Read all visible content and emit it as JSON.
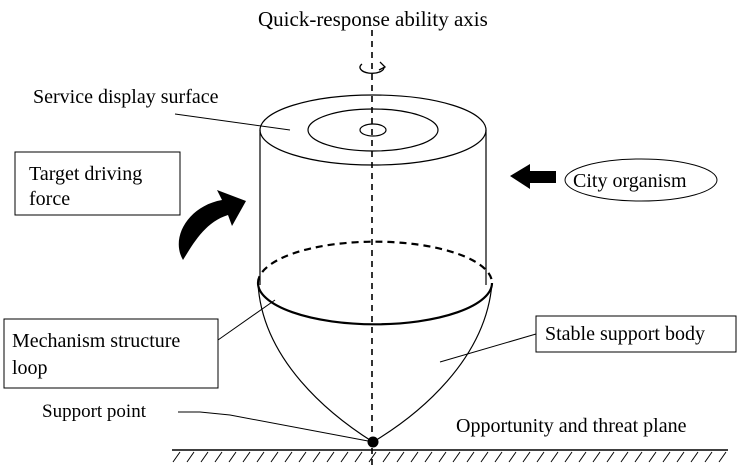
{
  "labels": {
    "axis": "Quick-response ability axis",
    "surface": "Service display surface",
    "driving_line1": "Target driving",
    "driving_line2": "force",
    "city": "City organism",
    "mechanism_line1": "Mechanism structure",
    "mechanism_line2": "loop",
    "stable": "Stable support body",
    "support_point": "Support point",
    "plane": "Opportunity and threat plane"
  },
  "icons": [
    "rotation-arrow-icon",
    "curved-arrow-icon",
    "left-arrow-icon"
  ],
  "colors": {
    "stroke": "#000000",
    "background": "#ffffff"
  }
}
